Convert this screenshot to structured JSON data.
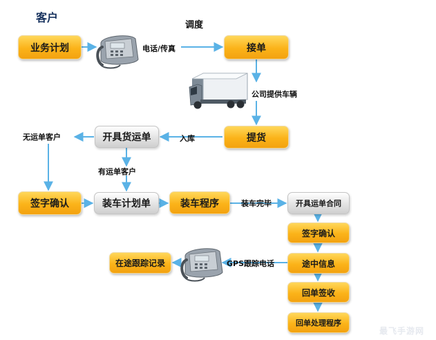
{
  "header": {
    "customer_title": "客户",
    "dispatch_title": "调度"
  },
  "nodes": {
    "business_plan": "业务计划",
    "order_accept": "接单",
    "pickup": "提货",
    "issue_waybill": "开具货运单",
    "sign_confirm_left": "签字确认",
    "loading_plan": "装车计划单",
    "loading_procedure": "装车程序",
    "issue_contract": "开具运单合同",
    "sign_confirm_right": "签字确认",
    "in_transit_info": "途中信息",
    "receipt_sign": "回单签收",
    "receipt_procedure": "回单处理程序",
    "tracking_record": "在途跟踪记录"
  },
  "edge_labels": {
    "phone_fax": "电话/传真",
    "company_vehicle": "公司提供车辆",
    "warehousing": "入库",
    "no_waybill_customer": "无运单客户",
    "has_waybill_customer": "有运单客户",
    "loading_done": "装车完毕",
    "gps_phone": "GPS跟踪电话"
  },
  "colors": {
    "arrow": "#5ab2e6",
    "orange": "#fbb319",
    "gray": "#d9d9d9"
  },
  "icons": [
    "phone-icon",
    "truck-icon",
    "phone-icon"
  ],
  "watermark": "最飞手游网"
}
